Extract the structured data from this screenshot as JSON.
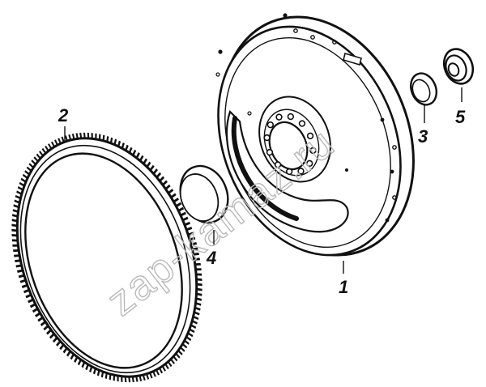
{
  "watermark": "zap-kamaz.ru",
  "callouts": [
    {
      "id": "part-1",
      "label": "1"
    },
    {
      "id": "part-2",
      "label": "2"
    },
    {
      "id": "part-3",
      "label": "3"
    },
    {
      "id": "part-4",
      "label": "4"
    },
    {
      "id": "part-5",
      "label": "5"
    }
  ]
}
